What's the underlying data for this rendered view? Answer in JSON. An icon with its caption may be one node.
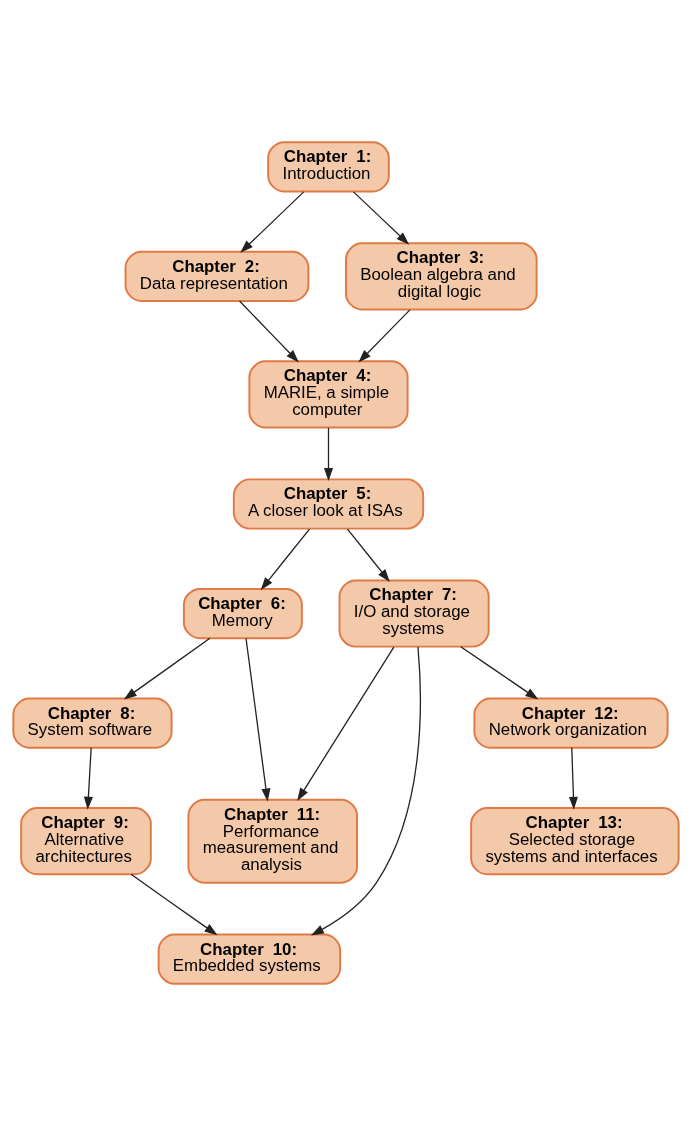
{
  "diagram": {
    "nodes": [
      {
        "text": [
          "**Chapter 1:** Introduction"
        ]
      },
      {
        "text": [
          "**Chapter 2:** Data representation"
        ]
      },
      {
        "text": [
          "**Chapter 3:** Boolean algebra and digital logic"
        ]
      },
      {
        "text": [
          "**Chapter 4:** MARIE, a simple computer"
        ]
      },
      {
        "text": [
          "**Chapter 5:** A closer look at ISAs"
        ]
      },
      {
        "text": [
          "**Chapter 6:** Memory"
        ]
      },
      {
        "text": [
          "**Chapter 7:** I/O and storage systems"
        ]
      },
      {
        "text": [
          "**Chapter 8:** System software"
        ]
      },
      {
        "text": [
          "**Chapter 9:** Alternative architectures"
        ]
      },
      {
        "text": [
          "**Chapter 10:** Embedded systems"
        ]
      },
      {
        "text": [
          "**Chapter 11:** Performance measurement and analysis"
        ]
      },
      {
        "text": [
          "**Chapter 12:** Network organization"
        ]
      },
      {
        "text": [
          "**Chapter 13:** Selected storage systems and interfaces"
        ]
      }
    ],
    "edges": [
      {
        "from": 0,
        "to": 1,
        "arrow": "to"
      },
      {
        "from": 0,
        "to": 2,
        "arrow": "to"
      },
      {
        "from": 1,
        "to": 3,
        "arrow": "to"
      },
      {
        "from": 2,
        "to": 3,
        "arrow": "to"
      },
      {
        "from": 3,
        "to": 4,
        "arrow": "to"
      },
      {
        "from": 4,
        "to": 5,
        "arrow": "to"
      },
      {
        "from": 4,
        "to": 6,
        "arrow": "to"
      },
      {
        "from": 5,
        "to": 7,
        "arrow": "to"
      },
      {
        "from": 5,
        "to": 10,
        "arrow": "to"
      },
      {
        "from": 6,
        "to": 9,
        "arrow": "to"
      },
      {
        "from": 6,
        "to": 10,
        "arrow": "to"
      },
      {
        "from": 6,
        "to": 11,
        "arrow": "to"
      },
      {
        "from": 7,
        "to": 8,
        "arrow": "to"
      },
      {
        "from": 8,
        "to": 9,
        "arrow": "to"
      },
      {
        "from": 11,
        "to": 12,
        "arrow": "to"
      }
    ]
  }
}
